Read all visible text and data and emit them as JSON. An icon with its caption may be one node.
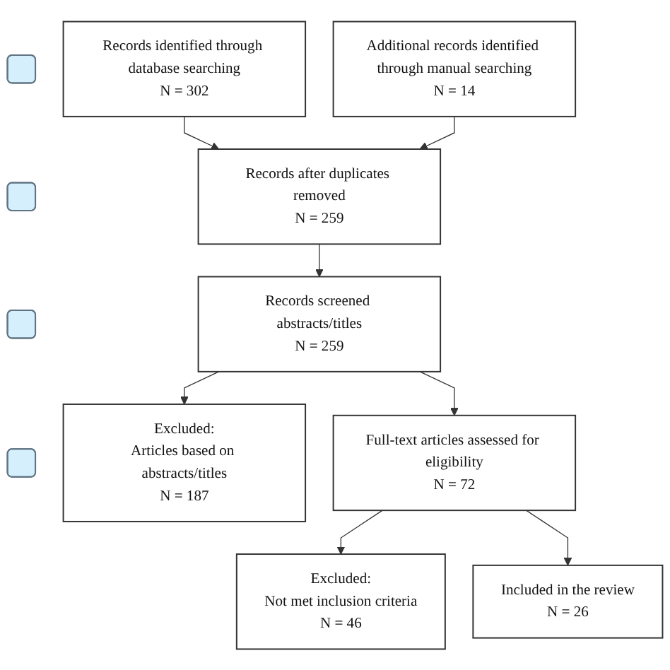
{
  "diagram": {
    "nodes": [
      {
        "text": [],
        "shape": "box"
      },
      {
        "text": [],
        "shape": "box"
      },
      {
        "text": [],
        "shape": "box"
      },
      {
        "text": [],
        "shape": "box"
      },
      {
        "text": [
          "Records identified through database searching",
          "N = 302"
        ]
      },
      {
        "text": [
          "Additional records identified through manual searching",
          "N = 14"
        ]
      },
      {
        "text": [
          "Records after duplicates removed",
          "N = 259"
        ]
      },
      {
        "text": [
          "Records screened abstracts/titles",
          "N = 259"
        ]
      },
      {
        "text": [
          "Excluded:",
          "Articles based on abstracts/titles",
          "N = 187"
        ]
      },
      {
        "text": [
          "Full-text articles assessed for eligibility",
          "N = 72"
        ]
      },
      {
        "text": [
          "Excluded:",
          "Not met inclusion criteria",
          "N = 46"
        ]
      },
      {
        "text": [
          "Included in the review",
          "N = 26"
        ]
      }
    ],
    "edges": [
      {
        "from": 4,
        "to": 6,
        "arrow": "to"
      },
      {
        "from": 5,
        "to": 6,
        "arrow": "to"
      },
      {
        "from": 6,
        "to": 7,
        "arrow": "to"
      },
      {
        "from": 7,
        "to": 8,
        "arrow": "to"
      },
      {
        "from": 7,
        "to": 9,
        "arrow": "to"
      },
      {
        "from": 9,
        "to": 10,
        "arrow": "to"
      },
      {
        "from": 9,
        "to": 11,
        "arrow": "to"
      }
    ]
  }
}
